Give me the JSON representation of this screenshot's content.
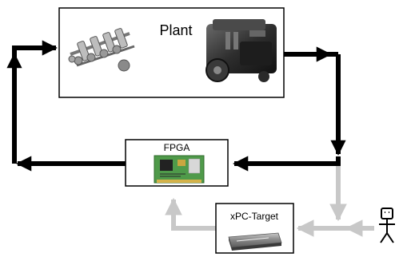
{
  "plant": {
    "label": "Plant"
  },
  "fpga": {
    "label": "FPGA"
  },
  "xpc": {
    "label": "xPC-Target"
  },
  "colors": {
    "main_arrow": "#000000",
    "secondary_arrow": "#c8c8c8",
    "board": "#4f9a4a"
  },
  "icons": [
    "camshaft-icon",
    "engine-icon",
    "fpga-board-icon",
    "server-box-icon",
    "user-figure-icon"
  ]
}
